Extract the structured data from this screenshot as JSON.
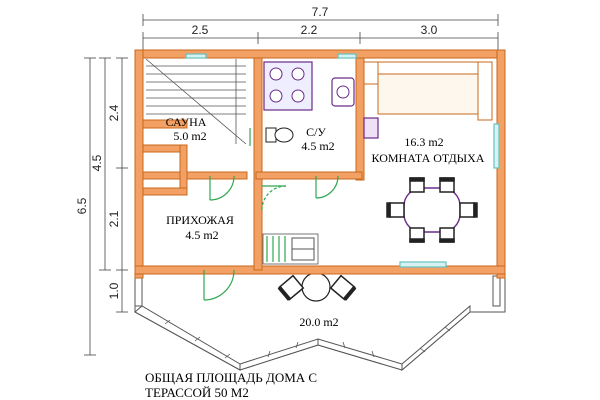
{
  "dimensions": {
    "total_width": "7.7",
    "segments_top": [
      "2.5",
      "2.2",
      "3.0"
    ],
    "total_height": "6.5",
    "height_mid": "4.5",
    "segments_left": [
      "2.4",
      "2.1",
      "1.0"
    ]
  },
  "rooms": {
    "sauna": {
      "name": "САУНА",
      "area": "5.0 m2"
    },
    "bathroom": {
      "name": "С/У",
      "area": "4.5 m2"
    },
    "lounge": {
      "name": "КОМНАТА ОТДЫХА",
      "area": "16.3 m2"
    },
    "hall": {
      "name": "ПРИХОЖАЯ",
      "area": "4.5 m2"
    },
    "terrace": {
      "area": "20.0 m2"
    }
  },
  "caption": {
    "line1": "ОБЩАЯ ПЛОЩАДЬ ДОМА С",
    "line2": "ТЕРАССОЙ 50 М2"
  },
  "colors": {
    "wall": "#f2a063",
    "wall_outline": "#c8691e",
    "window": "#66c0c0",
    "door": "#2fa84f",
    "furniture": "#6b2a88"
  }
}
